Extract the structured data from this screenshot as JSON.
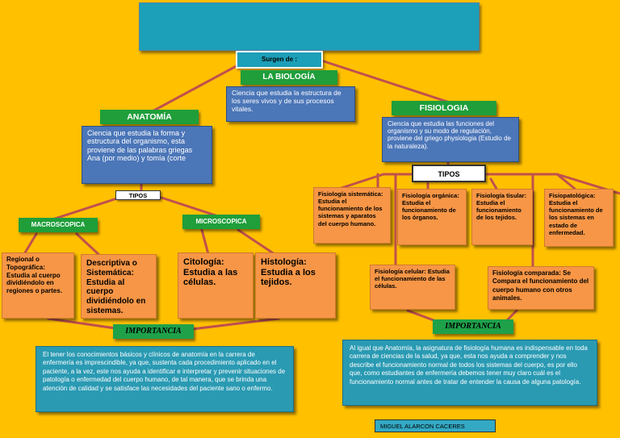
{
  "surgen": "Surgen de :",
  "biologia": {
    "label": "LA BIOLOGÍA",
    "desc": "Ciencia que estudia la estructura de los seres vivos y de sus procesos vitales."
  },
  "anatomia": {
    "label": "ANATOMÍA",
    "desc": "Ciencia que estudia la forma y estructura del organismo, esta proviene de las palabras griegas Ana  (por medio) y tomía (corte",
    "tipos_label": "TIPOS",
    "macro_label": "MACROSCOPICA",
    "micro_label": "MICROSCOPICA",
    "regional": "Regional o Topográfica: Estudia al cuerpo dividiéndolo en regiones o partes.",
    "descriptiva": "Descriptiva o Sistemática: Estudia al cuerpo dividiéndolo en sistemas.",
    "citologia": "Citología: Estudia a las células.",
    "histologia": "Histología: Estudia a los tejidos.",
    "importancia_label": "IMPORTANCIA",
    "importancia_text": "El tener los conocimientos básicos y clínicos de anatomía en la carrera de enfermería es imprescindible, ya que, sustenta cada procedimiento aplicado en el paciente, a la vez, este nos ayuda a identificar e interpretar y prevenir situaciones de patología o enfermedad del cuerpo humano, de tal manera, que se brinda una atención de calidad y se satisface las necesidades del paciente sano o enfermo."
  },
  "fisiologia": {
    "label": "FISIOLOGIA",
    "desc": "Ciencia que estudia las funciones del organismo y su modo de regulación, proviene del griego physiologia (Estudio de la naturaleza).",
    "tipos_label": "TIPOS",
    "sistematica": "Fisiología sistemática: Estudia el funcionamiento de los sistemas y aparatos del cuerpo humano.",
    "organica": "Fisiología orgánica: Estudia el funcionamiento de los órganos.",
    "tisular": "Fisiología tisular: Estudia el funcionamiento de los tejidos.",
    "fisiopatologica": "Fisiopatológica: Estudia el funcionamiento de los sistemas en estado de enfermedad.",
    "celular": "Fisiología celular: Estudia el funcionamiento de las células.",
    "comparada": "Fisiología comparada: Se Compara el  funcionamiento del cuerpo humano con otros animales.",
    "importancia_label": "IMPORTANCIA",
    "importancia_text": "Al igual que Anatomía, la asignatura de fisiología humana es indispensable en toda carrera de ciencias de la salud, ya que, esta nos ayuda a comprender y nos describe el funcionamiento normal de todos los sistemas del cuerpo, es por ello que, como estudiantes de enfermería debemos tener muy claro cuál es el funcionamiento normal antes de tratar de entender la causa de alguna patología."
  },
  "author": "MIGUEL ALARCON CACERES",
  "colors": {
    "background": "#FFC000",
    "connector": "#C0504D",
    "title": "#1C9FB8",
    "green": "#1F9E3A",
    "blue": "#4B76B8",
    "orange": "#F79646",
    "teal": "#2A9AB3"
  }
}
